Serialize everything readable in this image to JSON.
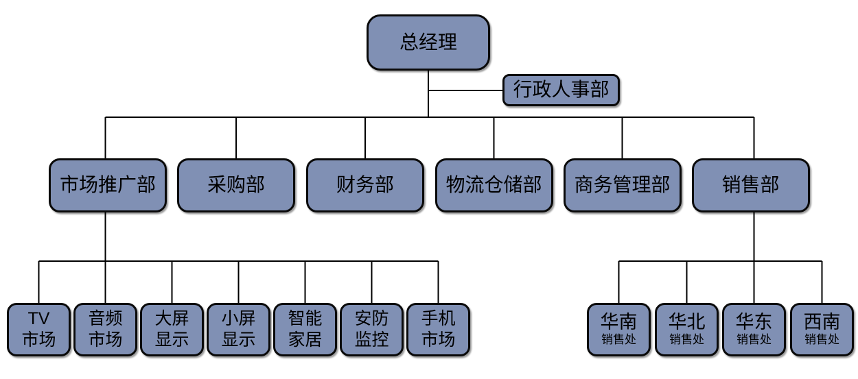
{
  "diagram": {
    "type": "org-chart",
    "root": {
      "label": "总经理"
    },
    "staff_box": {
      "label": "行政人事部"
    },
    "level2": [
      {
        "label": "市场推广部"
      },
      {
        "label": "采购部"
      },
      {
        "label": "财务部"
      },
      {
        "label": "物流仓储部"
      },
      {
        "label": "商务管理部"
      },
      {
        "label": "销售部"
      }
    ],
    "marketing_children": [
      {
        "line1": "TV",
        "line2": "市场"
      },
      {
        "line1": "音频",
        "line2": "市场"
      },
      {
        "line1": "大屏",
        "line2": "显示"
      },
      {
        "line1": "小屏",
        "line2": "显示"
      },
      {
        "line1": "智能",
        "line2": "家居"
      },
      {
        "line1": "安防",
        "line2": "监控"
      },
      {
        "line1": "手机",
        "line2": "市场"
      }
    ],
    "sales_children": [
      {
        "region": "华南",
        "suffix": "销售处"
      },
      {
        "region": "华北",
        "suffix": "销售处"
      },
      {
        "region": "华东",
        "suffix": "销售处"
      },
      {
        "region": "西南",
        "suffix": "销售处"
      }
    ],
    "colors": {
      "node_fill": "#8090B4",
      "node_border": "#0a0a0a",
      "connector": "#000000",
      "background": "#ffffff"
    }
  }
}
